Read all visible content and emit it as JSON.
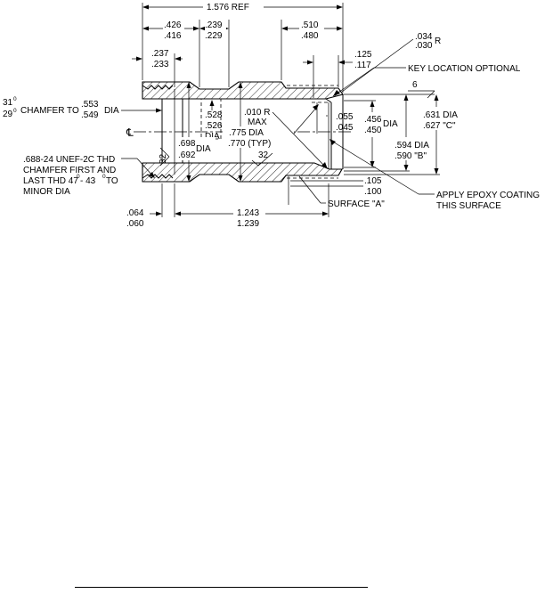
{
  "dimensions": {
    "overall_ref": "1.576 REF",
    "d426": ".426",
    "d416": ".416",
    "d239": ".239",
    "d229": ".229",
    "d510": ".510",
    "d480": ".480",
    "d237": ".237",
    "d233": ".233",
    "d034": ".034",
    "r_label": "R",
    "d125": ".125",
    "d117": ".117",
    "key_note": "KEY LOCATION OPTIONAL",
    "deg6": "6",
    "chamfer_deg_hi": "31",
    "chamfer_deg_lo": "29",
    "deg_sup": "0",
    "chamfer_text": "CHAMFER TO",
    "d553": ".553",
    "d549": ".549",
    "dia": "DIA",
    "d528": ".528",
    "d526": ".526",
    "d010r": ".010 R",
    "max": "MAX",
    "d055": ".055",
    "d045": ".045",
    "d456": ".456",
    "d450": ".450",
    "d631": ".631 DIA",
    "d627": ".627 \"C\"",
    "centerline": "℄",
    "d698": ".698",
    "d692": ".692",
    "d775": ".775 DIA",
    "d770": ".770 (TYP)",
    "d594": ".594 DIA",
    "d590": ".590 \"B\"",
    "finish32a": "32",
    "finish32b": "32",
    "thread_l1": ".688-24 UNEF-2C THD",
    "thread_l2": "CHAMFER FIRST AND",
    "thread_l3": "LAST THD 47",
    "thread_l3b": " - 43",
    "thread_l3c": " TO",
    "thread_l4": "MINOR DIA",
    "d105": ".105",
    "d100": ".100",
    "epoxy_l1": "APPLY EPOXY COATING",
    "epoxy_l2": "THIS SURFACE",
    "surface_a": "SURFACE \"A\"",
    "d064": ".064",
    "d060": ".060",
    "d1243": "1.243",
    "d1239": "1.239"
  }
}
